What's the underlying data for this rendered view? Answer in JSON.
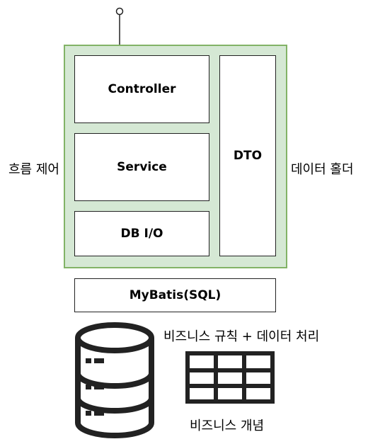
{
  "layers": {
    "controller": "Controller",
    "service": "Service",
    "dbio": "DB I/O",
    "dto": "DTO",
    "mybatis": "MyBatis(SQL)"
  },
  "side_labels": {
    "left": "흐름 제어",
    "right": "데이터 홀더"
  },
  "database": {
    "caption": "비즈니스 규칙 + 데이터 처리"
  },
  "table": {
    "caption": "비즈니스 개념",
    "rows": 3,
    "cols": 3
  },
  "colors": {
    "frame_fill": "#d5e8d4",
    "frame_stroke": "#82b366",
    "stroke": "#222222"
  }
}
